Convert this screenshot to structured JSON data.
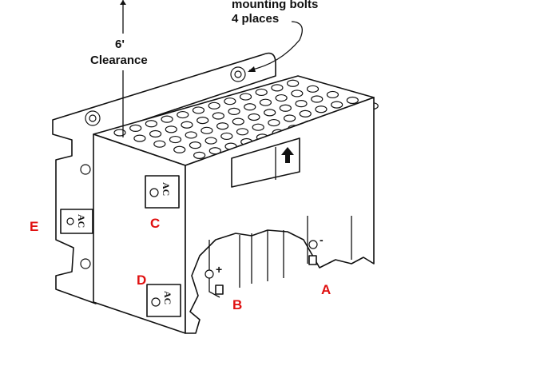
{
  "annotations": {
    "mounting_bolts_line1": "mounting bolts",
    "mounting_bolts_line2": "4 places",
    "clearance_value": "6'",
    "clearance_label": "Clearance"
  },
  "terminal_text": "AC",
  "polarity": {
    "positive": "+",
    "negative": "-"
  },
  "labels": {
    "A": "A",
    "B": "B",
    "C": "C",
    "D": "D",
    "E": "E"
  },
  "colors": {
    "label": "#e01010",
    "line": "#111111"
  }
}
